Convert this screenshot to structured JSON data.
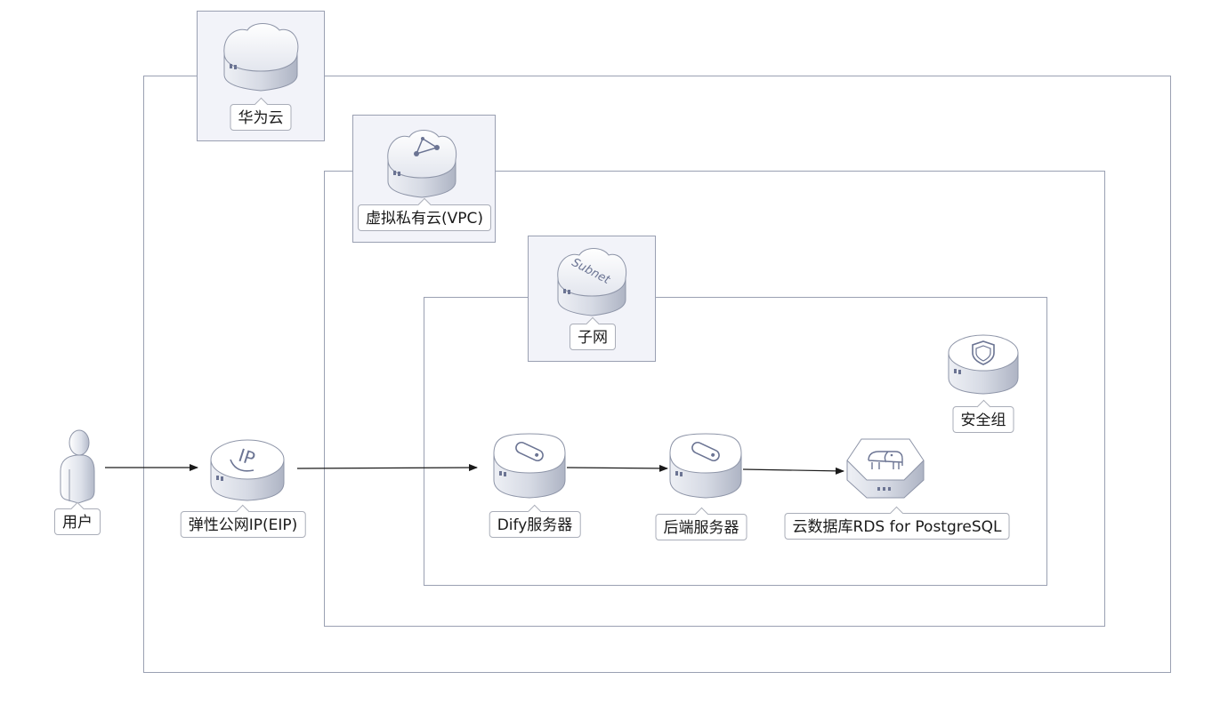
{
  "diagram": {
    "regions": {
      "cloud": {
        "label": "华为云",
        "icon": "cloud-icon"
      },
      "vpc": {
        "label": "虚拟私有云(VPC)",
        "icon": "vpc-icon"
      },
      "subnet": {
        "label": "子网",
        "icon": "subnet-icon",
        "icon_text": "Subnet"
      }
    },
    "nodes": {
      "user": {
        "label": "用户",
        "icon": "user-icon"
      },
      "eip": {
        "label": "弹性公网IP(EIP)",
        "icon": "eip-icon",
        "icon_text": "IP"
      },
      "dify": {
        "label": "Dify服务器",
        "icon": "server-icon"
      },
      "backend": {
        "label": "后端服务器",
        "icon": "server-icon"
      },
      "rds": {
        "label": "云数据库RDS for PostgreSQL",
        "icon": "postgresql-icon"
      },
      "secgroup": {
        "label": "安全组",
        "icon": "shield-icon"
      }
    },
    "edges": [
      {
        "from": "user",
        "to": "eip"
      },
      {
        "from": "eip",
        "to": "dify"
      },
      {
        "from": "dify",
        "to": "backend"
      },
      {
        "from": "backend",
        "to": "rds"
      }
    ],
    "colors": {
      "frame": "#9aa0b2",
      "panel": "#f2f3f9",
      "arrow": "#1a1a1a",
      "icon_accent": "#6b7493"
    }
  }
}
